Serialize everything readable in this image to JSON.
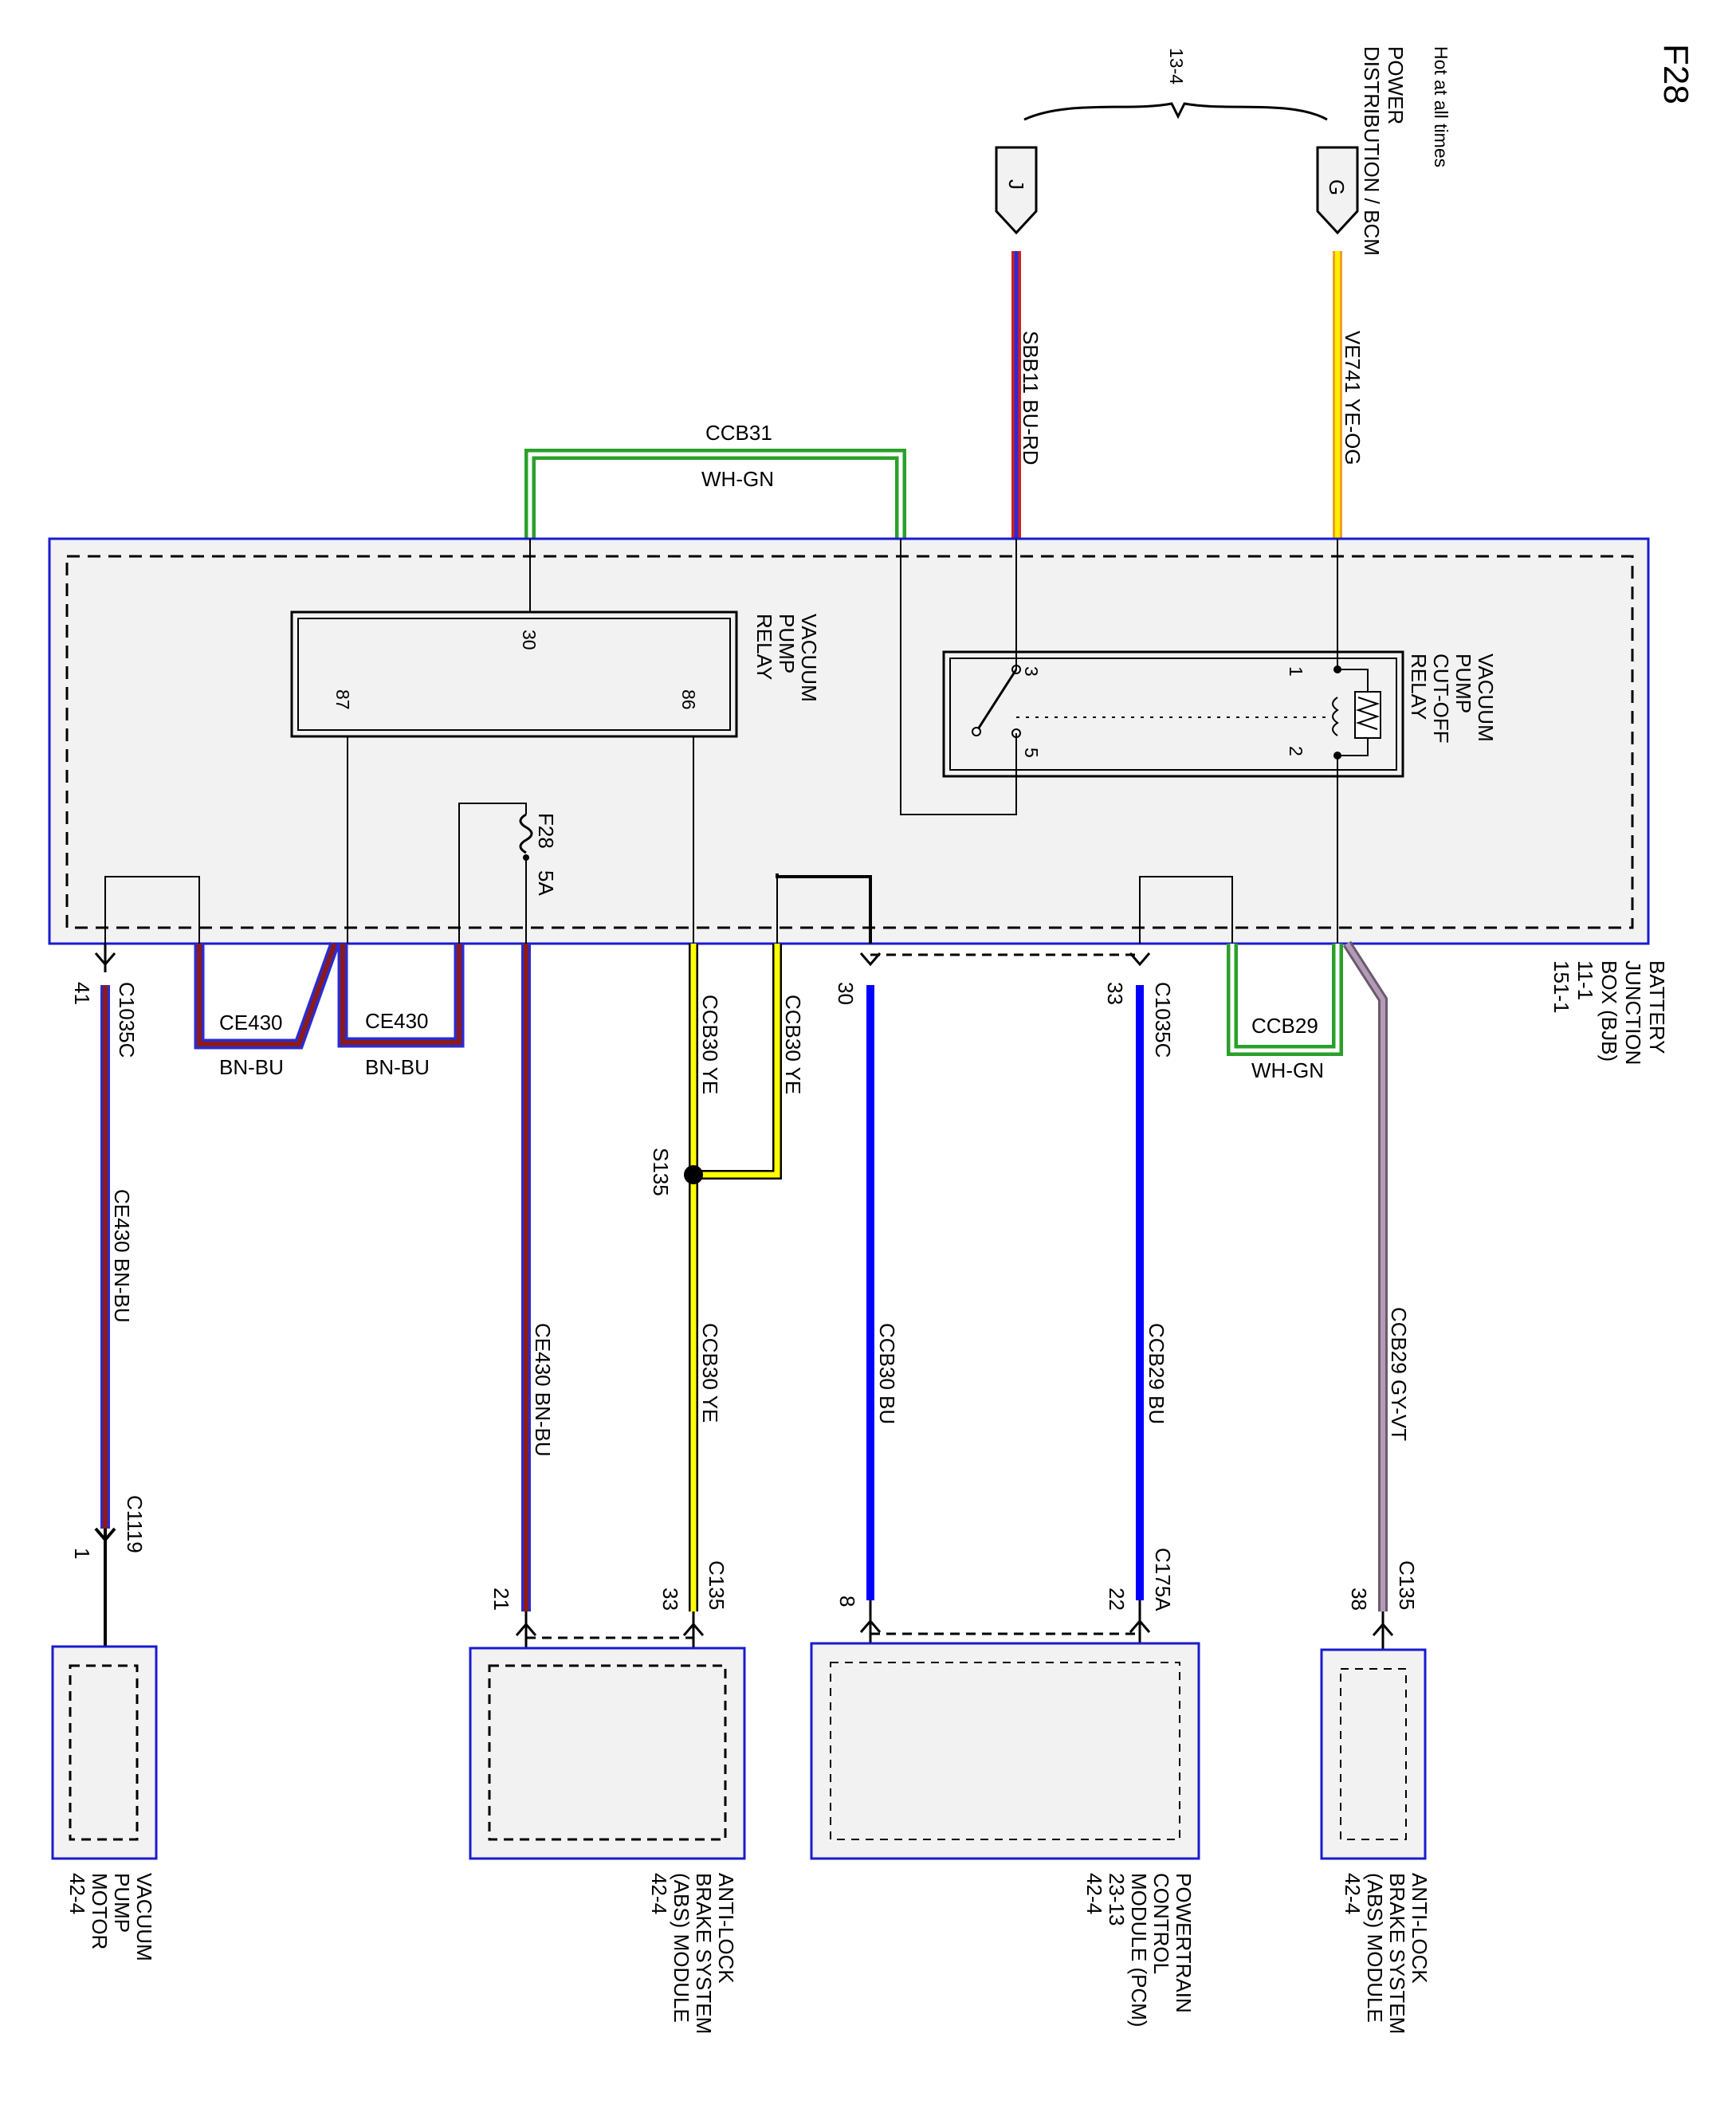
{
  "page": {
    "fuse_title": "F28",
    "power_note": "Hot at all times",
    "power_source": [
      "POWER",
      "DISTRIBUTION / BCM"
    ],
    "page_ref": "13-4"
  },
  "connectors_top": {
    "j": "J",
    "g": "G"
  },
  "wires": {
    "sbb11": "SBB11  BU-RD",
    "ve741": "VE741  YE-OG",
    "ccb31": "CCB31",
    "ccb31_color": "WH-GN",
    "ce430_a": "CE430",
    "ce430_a_color": "BN-BU",
    "ce430_b": "CE430",
    "ce430_b_color": "BN-BU",
    "ccb30_ye_1": "CCB30  YE",
    "ccb30_ye_2": "CCB30  YE",
    "ccb29_top": "CCB29",
    "ccb29_top_color": "WH-GN",
    "ce430_motor": "CE430  BN-BU",
    "ce430_abs": "CE430  BN-BU",
    "ccb30_ye_abs": "CCB30  YE",
    "ccb30_bu": "CCB30  BU",
    "ccb29_bu": "CCB29  BU",
    "ccb29_gyvt": "CCB29  GY-VT"
  },
  "bjb": {
    "name": [
      "BATTERY",
      "JUNCTION",
      "BOX (BJB)",
      "11-1",
      "151-1"
    ],
    "cutoff_relay": [
      "VACUUM",
      "PUMP",
      "CUT-OFF",
      "RELAY"
    ],
    "cutoff_pins": {
      "p1": "1",
      "p2": "2",
      "p3": "3",
      "p5": "5"
    },
    "pump_relay": [
      "VACUUM",
      "PUMP",
      "RELAY"
    ],
    "pump_pins": {
      "p30": "30",
      "p86": "86",
      "p87": "87"
    },
    "fuse": "F28",
    "fuse_rating": "5A"
  },
  "connectors": {
    "c1035c_left": "C1035C",
    "pin41": "41",
    "c1035c_mid": "C1035C",
    "pin30": "30",
    "pin33": "33",
    "s135": "S135",
    "c1119": "C1119",
    "pin1": "1",
    "c135_abs": "C135",
    "pin21": "21",
    "pin33_abs": "33",
    "c175a": "C175A",
    "pin8": "8",
    "pin22": "22",
    "c135_abs2": "C135",
    "pin38": "38"
  },
  "modules": {
    "motor": [
      "VACUUM",
      "PUMP",
      "MOTOR",
      "42-4"
    ],
    "abs1": [
      "ANTI-LOCK",
      "BRAKE SYSTEM",
      "(ABS) MODULE",
      "42-4"
    ],
    "pcm": [
      "POWERTRAIN",
      "CONTROL",
      "MODULE (PCM)",
      "23-13",
      "42-4"
    ],
    "abs2": [
      "ANTI-LOCK",
      "BRAKE SYSTEM",
      "(ABS) MODULE",
      "42-4"
    ]
  },
  "colors": {
    "box_border": "#1a1ad0",
    "box_fill": "#f2f2f2",
    "blue": "#0000ff",
    "yellow": "#ffff00",
    "brown": "#8b1a1a",
    "red": "#d02020",
    "green": "#2aa02a",
    "violet": "#9c7ca0"
  }
}
